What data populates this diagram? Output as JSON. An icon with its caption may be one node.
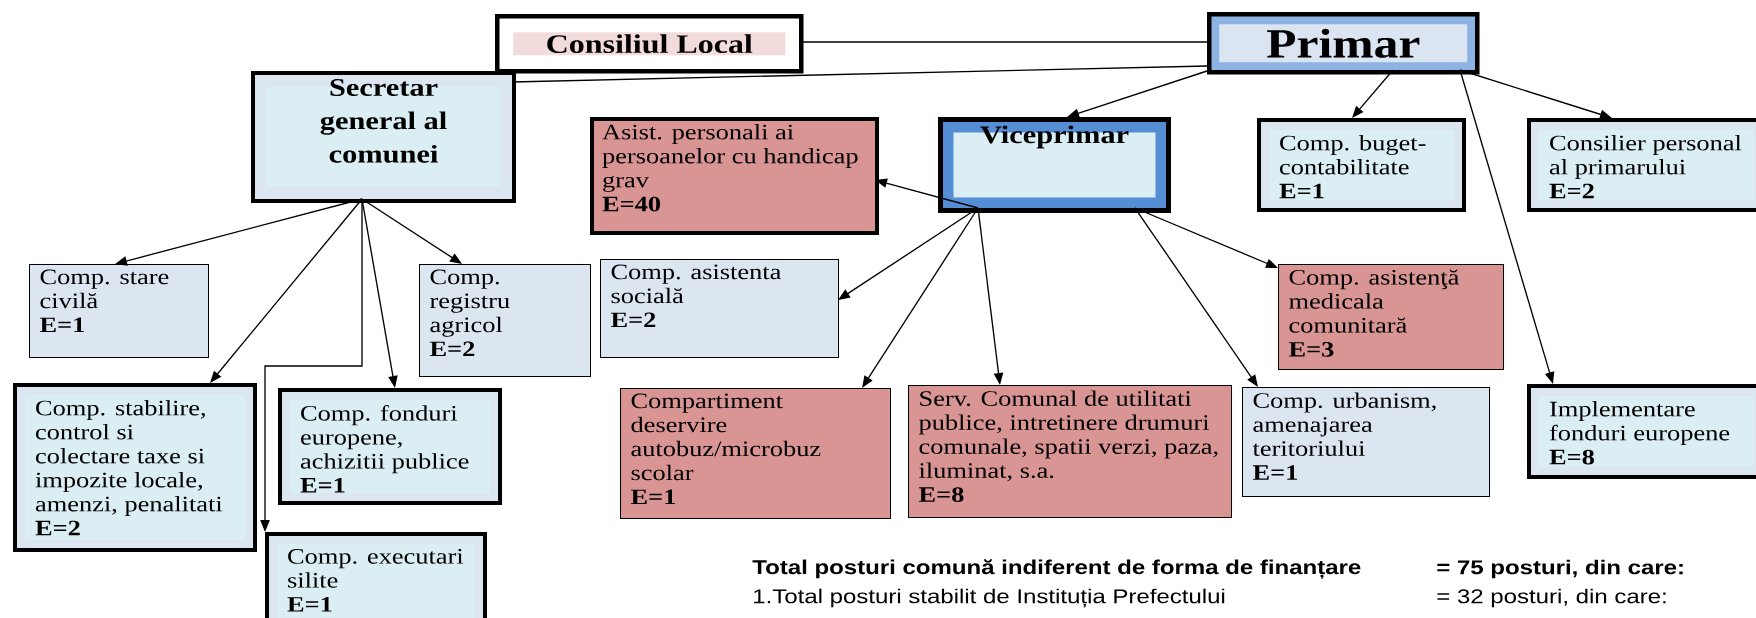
{
  "diagram": {
    "nodes": [
      {
        "text": [
          "Consiliul Local"
        ]
      },
      {
        "text": [
          "Primar"
        ]
      },
      {
        "text": [
          "Secretar general al comunei"
        ]
      },
      {
        "text": [
          "Asist. personali ai persoanelor cu handicap grav",
          "E=40"
        ]
      },
      {
        "text": [
          "Viceprimar"
        ]
      },
      {
        "text": [
          "Comp. buget-contabilitate",
          "E=1"
        ]
      },
      {
        "text": [
          "Consilier personal al primarului",
          "E=2"
        ]
      },
      {
        "text": [
          "Comp. stare civilă",
          "E=1"
        ]
      },
      {
        "text": [
          "Comp. registru agricol",
          "E=2"
        ]
      },
      {
        "text": [
          "Comp. asistenta socială",
          "E=2"
        ]
      },
      {
        "text": [
          "Comp. asistenţă medicala comunitară",
          "E=3"
        ]
      },
      {
        "text": [
          "Comp. stabilire, control si colectare taxe si impozite locale, amenzi, penalitati",
          "E=2"
        ]
      },
      {
        "text": [
          "Comp. fonduri europene, achizitii publice",
          "E=1"
        ]
      },
      {
        "text": [
          "Comp. executari silite",
          "E=1"
        ]
      },
      {
        "text": [
          "Compartiment deservire autobuz/microbuz scolar",
          "E=1"
        ]
      },
      {
        "text": [
          "Serv. Comunal de utilitati publice, intretinere drumuri comunale, spatii verzi, paza, iluminat, s.a.",
          "E=8"
        ]
      },
      {
        "text": [
          "Comp. urbanism, amenajarea teritoriului",
          "E=1"
        ]
      },
      {
        "text": [
          "Implementare fonduri europene",
          "E=8"
        ]
      }
    ],
    "edges": [
      {
        "from": 0,
        "to": 1,
        "arrow": "none"
      },
      {
        "from": 1,
        "to": 2,
        "arrow": "none"
      },
      {
        "from": 1,
        "to": 4,
        "arrow": "to"
      },
      {
        "from": 1,
        "to": 5,
        "arrow": "to"
      },
      {
        "from": 1,
        "to": 6,
        "arrow": "to"
      },
      {
        "from": 1,
        "to": 17,
        "arrow": "to"
      },
      {
        "from": 2,
        "to": 7,
        "arrow": "to"
      },
      {
        "from": 2,
        "to": 11,
        "arrow": "to"
      },
      {
        "from": 2,
        "to": 13,
        "arrow": "to"
      },
      {
        "from": 2,
        "to": 12,
        "arrow": "to"
      },
      {
        "from": 2,
        "to": 8,
        "arrow": "to"
      },
      {
        "from": 4,
        "to": 3,
        "arrow": "to"
      },
      {
        "from": 4,
        "to": 9,
        "arrow": "to"
      },
      {
        "from": 4,
        "to": 14,
        "arrow": "to"
      },
      {
        "from": 4,
        "to": 15,
        "arrow": "to"
      },
      {
        "from": 4,
        "to": 10,
        "arrow": "to"
      },
      {
        "from": 4,
        "to": 16,
        "arrow": "to"
      }
    ],
    "labels": [
      "Total  posturi comună indiferent de forma de finanțare",
      "= 75 posturi, din care:",
      "1.Total posturi stabilit de Instituția Prefectului",
      "= 32 posturi, din care:"
    ]
  }
}
